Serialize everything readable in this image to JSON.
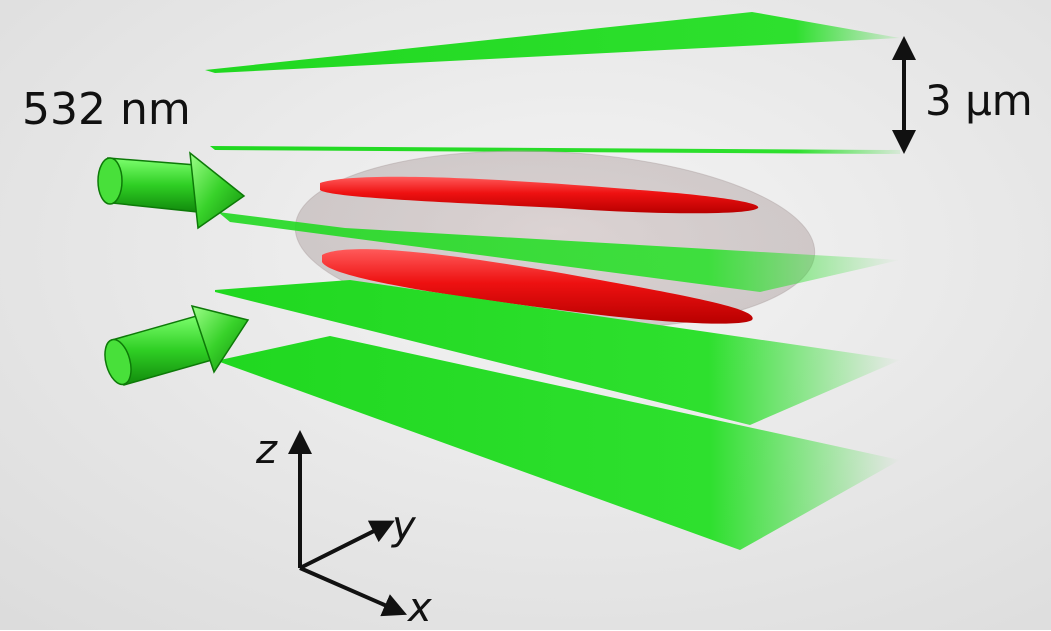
{
  "labels": {
    "wavelength": "532 nm",
    "spacing": "3 μm",
    "axis_z": "z",
    "axis_y": "y",
    "axis_x": "x"
  },
  "colors": {
    "laser_sheet": "#22dd22",
    "atom_cloud": "#ee1111",
    "background": "#e6e6e6",
    "arrow": "#111111"
  },
  "icons": {
    "beam_arrows": "green-3d-arrow",
    "spacing_marker": "double-headed-arrow",
    "axes": "xyz-coordinate-axes"
  }
}
